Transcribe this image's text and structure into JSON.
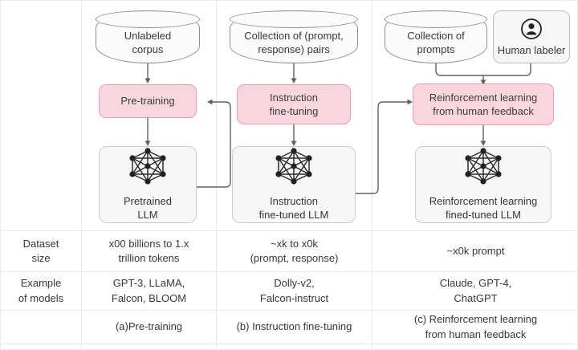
{
  "diagram": {
    "columns": [
      {
        "id": "pretraining",
        "source": "Unlabeled\ncorpus",
        "source_line1": "Unlabeled",
        "source_line2": "corpus",
        "process_line1": "Pre-training",
        "process_line2": "",
        "model_line1": "Pretrained",
        "model_line2": "LLM",
        "dataset_size_line1": "x00 billions to 1.x",
        "dataset_size_line2": "trillion tokens",
        "examples_line1": "GPT-3, LLaMA,",
        "examples_line2": "Falcon, BLOOM",
        "caption_line1": "(a)Pre-training",
        "caption_line2": ""
      },
      {
        "id": "instruction-fine-tuning",
        "source_line1": "Collection of (prompt,",
        "source_line2": "response) pairs",
        "process_line1": "Instruction",
        "process_line2": "fine-tuning",
        "model_line1": "Instruction",
        "model_line2": "fine-tuned LLM",
        "dataset_size_line1": "~xk to x0k",
        "dataset_size_line2": "(prompt, response)",
        "examples_line1": "Dolly-v2,",
        "examples_line2": "Falcon-instruct",
        "caption_line1": "(b) Instruction fine-tuning",
        "caption_line2": ""
      },
      {
        "id": "rlhf",
        "source_line1": "Collection of",
        "source_line2": "prompts",
        "labeler_label": "Human labeler",
        "process_line1": "Reinforcement learning",
        "process_line2": "from human feedback",
        "model_line1": "Reinforcement learning",
        "model_line2": "fined-tuned LLM",
        "dataset_size_line1": "~x0k prompt",
        "dataset_size_line2": "",
        "examples_line1": "Claude, GPT-4,",
        "examples_line2": "ChatGPT",
        "caption_line1": "(c) Reinforcement learning",
        "caption_line2": "from human feedback"
      }
    ],
    "row_headers": {
      "dataset_size_line1": "Dataset",
      "dataset_size_line2": "size",
      "examples_line1": "Example",
      "examples_line2": "of models",
      "caption": ""
    },
    "icons": {
      "neural_network": "neural-network-icon",
      "human": "person-icon",
      "database": "database-cylinder-icon"
    },
    "colors": {
      "process_fill": "#f9d5de",
      "process_border": "#ef9ab0",
      "model_fill": "#f6f6f7",
      "model_border": "#c9cbcd",
      "source_fill": "#fbfbfc",
      "source_border": "#8a8d91",
      "grid_line": "#e7e8ea",
      "connector": "#5d6064",
      "text": "#35373a",
      "background": "#ffffff"
    }
  }
}
